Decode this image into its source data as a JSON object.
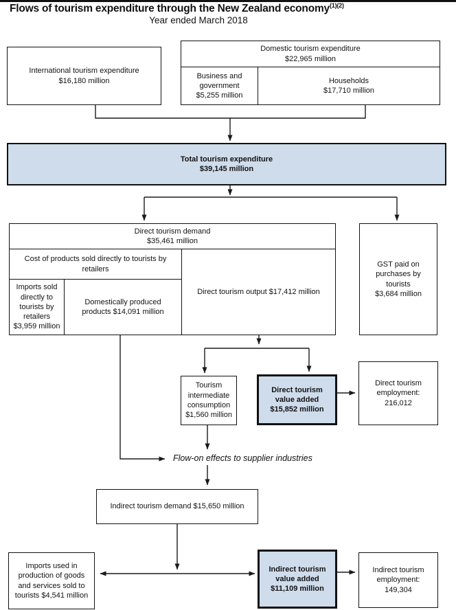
{
  "page": {
    "title": "Flows of tourism expenditure through the New Zealand economy",
    "title_superscript": "(1)(2)",
    "subtitle": "Year ended March 2018"
  },
  "colors": {
    "highlight_fill": "#cfdceb",
    "line": "#1a1a1a"
  },
  "nodes": {
    "international": {
      "label": "International tourism expenditure",
      "value": "$16,180 million"
    },
    "domestic": {
      "label": "Domestic tourism expenditure",
      "value": "$22,965 million"
    },
    "business_government": {
      "label": "Business and government",
      "value": "$5,255 million"
    },
    "households": {
      "label": "Households",
      "value": "$17,710 million"
    },
    "total": {
      "label": "Total tourism expenditure",
      "value": "$39,145 million"
    },
    "direct_demand": {
      "label": "Direct tourism demand",
      "value": "$35,461 million"
    },
    "cost_of_products": {
      "label": "Cost of products sold directly to tourists by retailers"
    },
    "imports_sold_retailers": {
      "label": "Imports sold directly to tourists by retailers",
      "value": "$3,959 million"
    },
    "domestically_produced": {
      "label": "Domestically produced products",
      "value": "$14,091 million"
    },
    "direct_output": {
      "label": "Direct tourism output",
      "value": "$17,412 million"
    },
    "gst": {
      "label": "GST paid on purchases by tourists",
      "value": "$3,684 million"
    },
    "tourism_intermediate_consumption": {
      "label": "Tourism intermediate consumption",
      "value": "$1,560 million"
    },
    "direct_value_added": {
      "label": "Direct tourism value added",
      "value": "$15,852 million"
    },
    "direct_employment": {
      "label": "Direct tourism employment:",
      "value": "216,012"
    },
    "flow_on_note": {
      "label": "Flow-on effects to supplier industries"
    },
    "indirect_demand": {
      "label": "Indirect tourism demand",
      "value": "$15,650 million"
    },
    "imports_production": {
      "label": "Imports used in production of goods and services sold to tourists",
      "value": "$4,541 million"
    },
    "indirect_value_added": {
      "label": "Indirect tourism value added",
      "value": "$11,109 million"
    },
    "indirect_employment": {
      "label": "Indirect tourism employment:",
      "value": "149,304"
    }
  }
}
